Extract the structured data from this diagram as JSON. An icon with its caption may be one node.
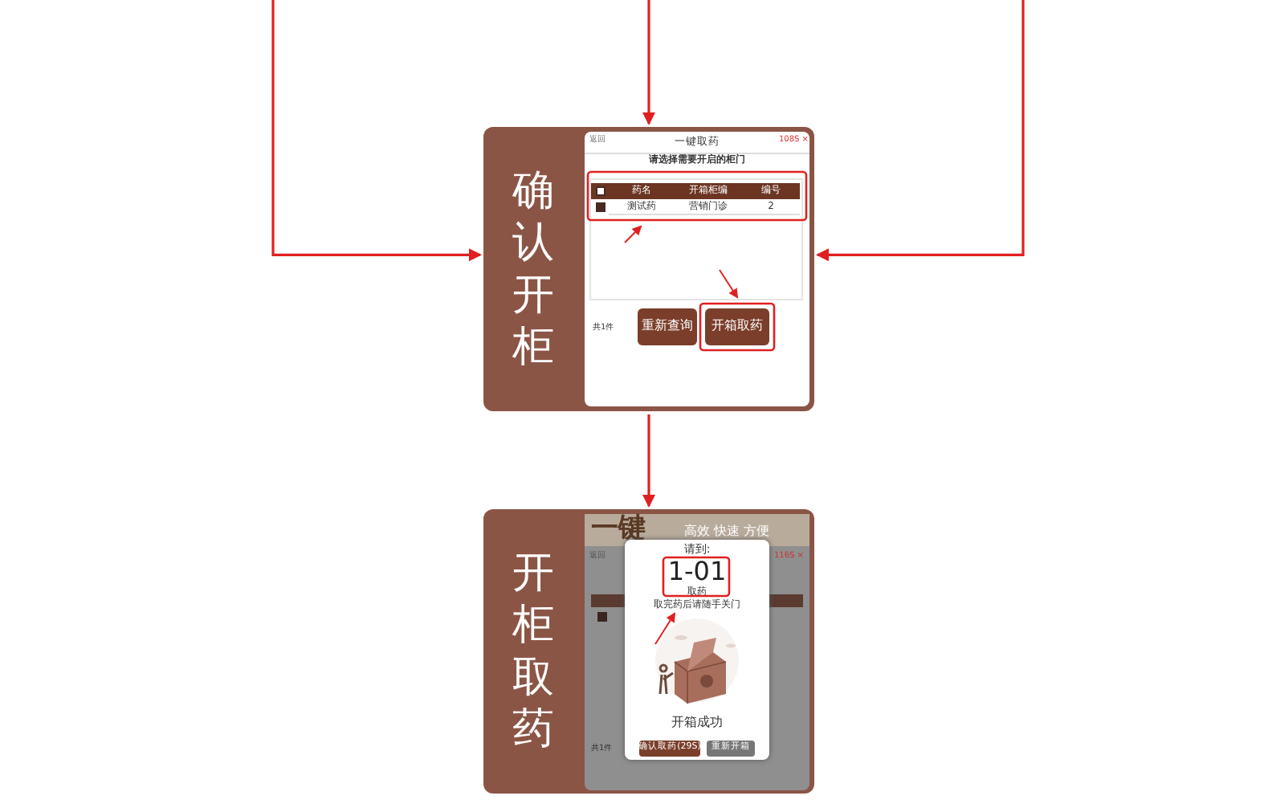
{
  "diagram": {
    "nodes": [
      {
        "text": [
          "确认开柜"
        ]
      },
      {
        "text": [
          "返回",
          "一键取药",
          "108S ×",
          "请选择需要开启的柜门",
          "共1件"
        ],
        "in": 0
      },
      {
        "text": [
          "重新查询"
        ],
        "in": 1
      },
      {
        "text": [
          "开箱取药"
        ],
        "in": 1
      },
      {
        "text": [
          "开柜取药"
        ]
      },
      {
        "text": [
          "返回",
          "116S ×",
          "共1件"
        ],
        "in": 4
      },
      {
        "text": [
          "一键",
          "高效 快速 方便"
        ],
        "in": 5
      },
      {
        "text": [
          "请到:",
          "1-01",
          "取药",
          "取完药后请随手关门",
          "开箱成功"
        ],
        "in": 5
      },
      {
        "text": [
          "确认取药(29S)"
        ],
        "in": 7
      },
      {
        "text": [
          "重新开箱"
        ],
        "in": 7
      }
    ],
    "edges": [
      {
        "from": null,
        "to": 0,
        "arrow": "to"
      },
      {
        "from": null,
        "to": 0,
        "arrow": "to"
      },
      {
        "from": null,
        "to": 0,
        "arrow": "to"
      },
      {
        "from": 0,
        "to": 4,
        "arrow": "to"
      }
    ],
    "labels": [
      "药名",
      "开箱柜编",
      "编号",
      "测试药",
      "营销门诊",
      "2"
    ]
  }
}
